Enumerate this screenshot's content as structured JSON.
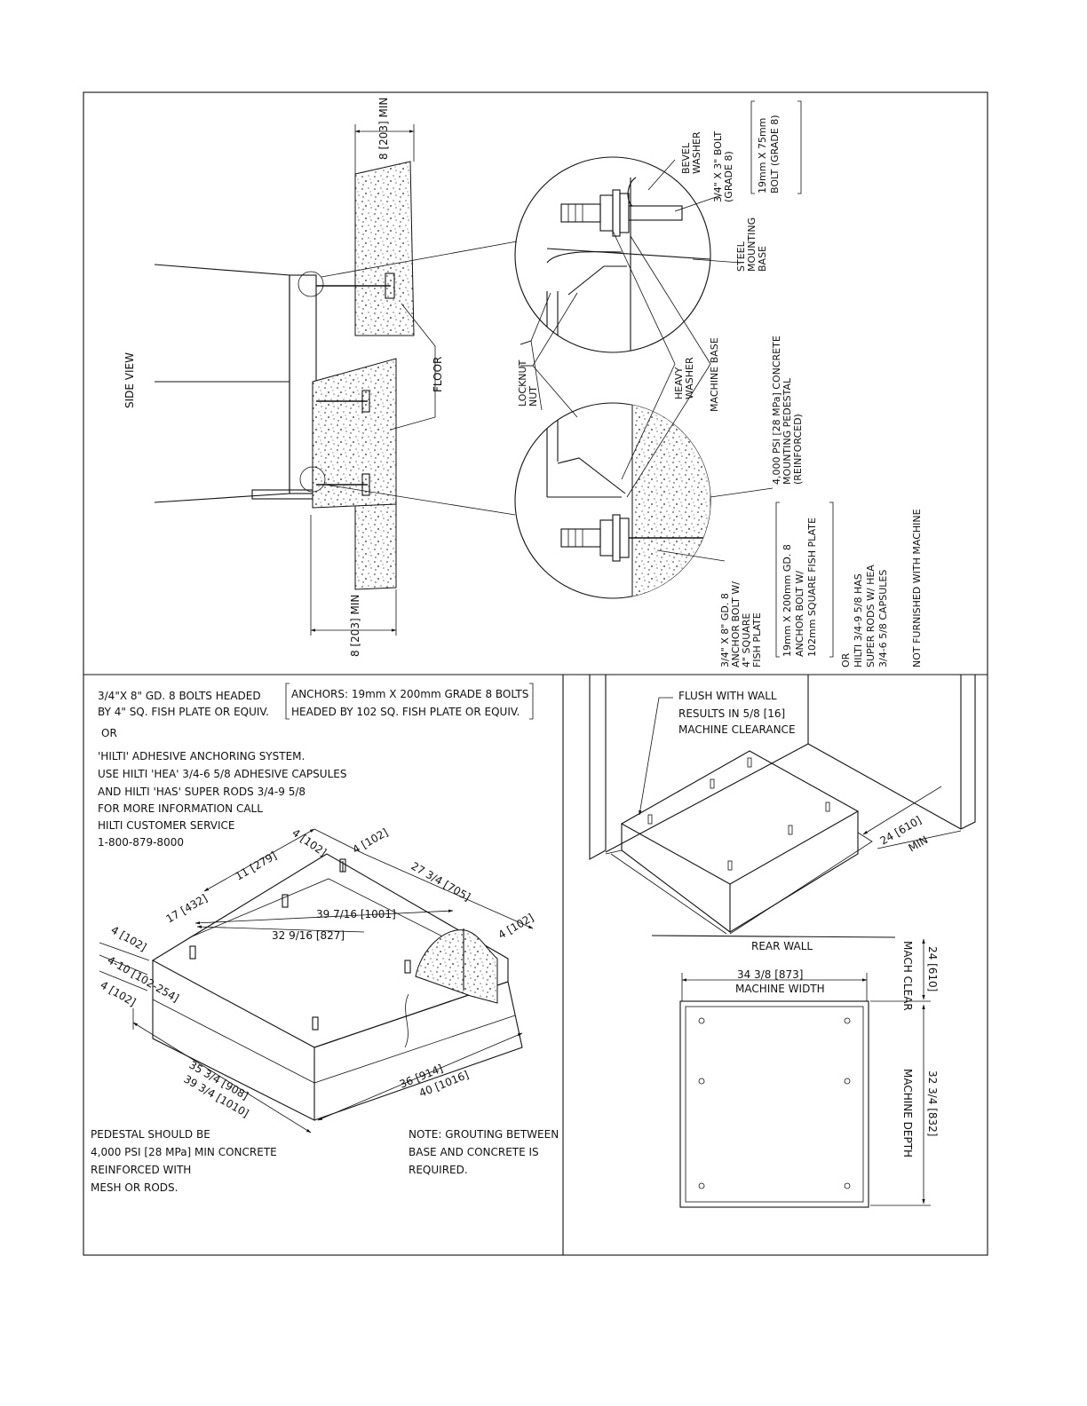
{
  "side_view": {
    "title": "SIDE VIEW",
    "dim_top": "8 [203] MIN",
    "dim_bottom": "8 [203] MIN",
    "floor": "FLOOR",
    "bevel_washer": [
      "BEVEL",
      "WASHER"
    ],
    "bolt_imperial": [
      "3/4\" X 3\" BOLT",
      "(GRADE 8)"
    ],
    "bolt_metric": [
      "19mm X 75mm",
      "BOLT (GRADE 8)"
    ],
    "steel_base": [
      "STEEL",
      "MOUNTING",
      "BASE"
    ],
    "locknut": "LOCKNUT",
    "nut": "NUT",
    "heavy_washer": [
      "HEAVY",
      "WASHER"
    ],
    "machine_base": "MACHINE BASE",
    "concrete_pedestal": [
      "4,000 PSI [28 MPa] CONCRETE",
      "MOUNTING PEDESTAL",
      "(REINFORCED)"
    ],
    "anchor_imperial": [
      "3/4\" X 8\" GD. 8",
      "ANCHOR BOLT W/",
      "4\" SQUARE",
      "FISH PLATE"
    ],
    "anchor_metric": [
      "19mm X 200mm GD. 8",
      "ANCHOR BOLT W/",
      "102mm SQUARE FISH PLATE"
    ],
    "or": "OR",
    "hilti": [
      "HILTI 3/4-9 5/8 HAS",
      "SUPER RODS W/ HEA",
      "3/4-6 5/8 CAPSULES"
    ],
    "not_furnished": "NOT FURNISHED WITH MACHINE"
  },
  "pedestal": {
    "notes_left": [
      "3/4\"X 8\" GD. 8 BOLTS HEADED",
      "BY 4\" SQ. FISH PLATE OR EQUIV."
    ],
    "notes_metric": [
      "ANCHORS: 19mm   X 200mm GRADE 8 BOLTS",
      "HEADED BY 102 SQ. FISH PLATE OR EQUIV."
    ],
    "or": "OR",
    "hilti_notes": [
      "'HILTI' ADHESIVE ANCHORING SYSTEM.",
      "USE HILTI 'HEA' 3/4-6 5/8 ADHESIVE CAPSULES",
      "AND HILTI 'HAS' SUPER RODS 3/4-9 5/8",
      "FOR MORE INFORMATION CALL",
      "HILTI CUSTOMER SERVICE",
      "1-800-879-8000"
    ],
    "dim_4a": "4 [102]",
    "dim_4b": "4 [102]",
    "dim_11": "11 [279]",
    "dim_17": "17 [432]",
    "dim_27": "27 3/4 [705]",
    "dim_4c": "4 [102]",
    "dim_39": "39 7/16 [1001]",
    "dim_32": "32 9/16 [827]",
    "dim_left_4": "4 [102]",
    "dim_left_410": "4-10 [102-254]",
    "dim_left_4b": "4 [102]",
    "dim_35": "35 3/4 [908]",
    "dim_39b": "39 3/4 [1010]",
    "dim_36": "36 [914]",
    "dim_40": "40 [1016]",
    "pedestal_note": [
      "PEDESTAL SHOULD BE",
      "4,000 PSI [28 MPa] MIN CONCRETE",
      "REINFORCED WITH",
      "MESH OR RODS."
    ],
    "grout_note": [
      "NOTE: GROUTING BETWEEN",
      "BASE AND CONCRETE IS",
      "REQUIRED."
    ]
  },
  "plan": {
    "flush": [
      "FLUSH WITH WALL",
      "RESULTS IN 5/8 [16]",
      "MACHINE CLEARANCE"
    ],
    "dim_24": "24 [610]",
    "min": "MIN",
    "rear_wall": "REAR WALL",
    "width_dim": "34 3/8 [873]",
    "width_label": "MACHINE WIDTH",
    "clear_dim": "24 [610]",
    "clear_label": "MACH CLEAR",
    "depth_dim": "32 3/4 [832]",
    "depth_label": "MACHINE DEPTH"
  }
}
